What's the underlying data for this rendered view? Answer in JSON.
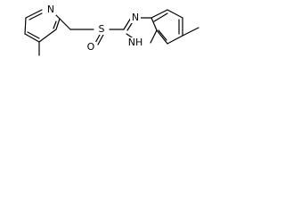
{
  "atom_labels": {
    "pyridine_n": "N",
    "sulfoxide_s": "S",
    "sulfoxide_o": "O",
    "imidazole_n": "N",
    "imidazole_nh": "NH"
  }
}
